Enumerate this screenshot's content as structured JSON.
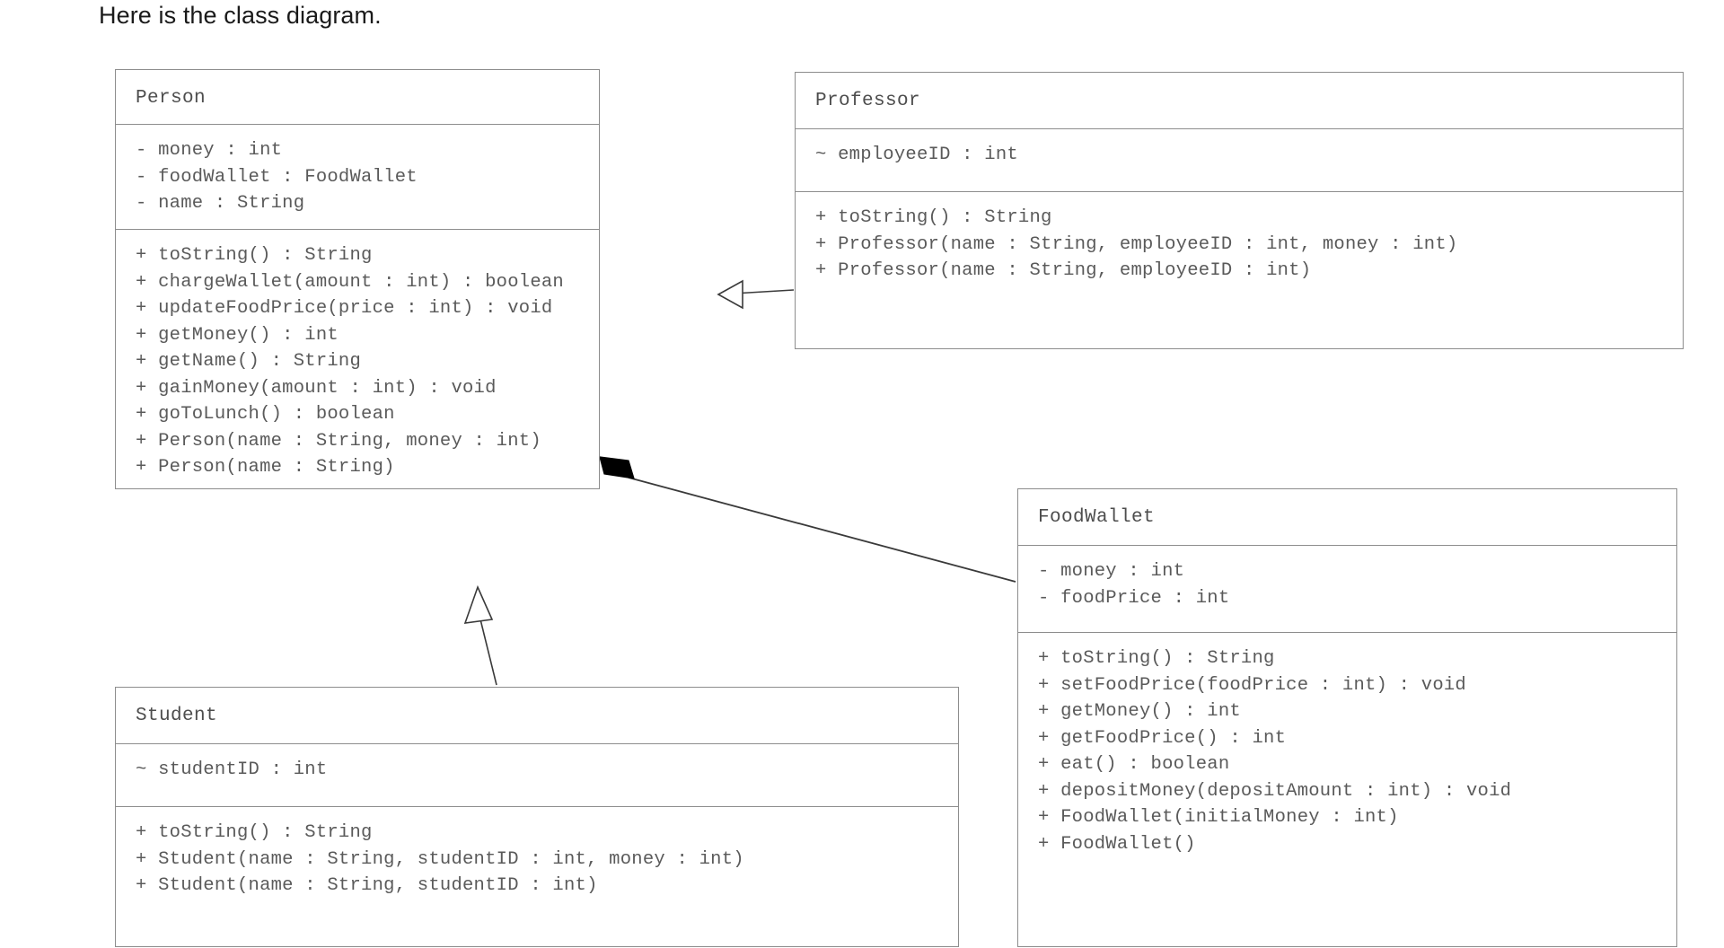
{
  "intro": {
    "text": "Here is the class diagram."
  },
  "diagram": {
    "type": "uml-class-diagram",
    "classes": [
      {
        "id": "person",
        "name": "Person",
        "attributes": [
          "- money : int",
          "- foodWallet : FoodWallet",
          "- name : String"
        ],
        "methods": [
          "+ toString() : String",
          "+ chargeWallet(amount : int) : boolean",
          "+ updateFoodPrice(price : int) : void",
          "+ getMoney() : int",
          "+ getName() : String",
          "+ gainMoney(amount : int) : void",
          "+ goToLunch() : boolean",
          "+ Person(name : String, money : int)",
          "+ Person(name : String)"
        ]
      },
      {
        "id": "professor",
        "name": "Professor",
        "attributes": [
          "~ employeeID : int"
        ],
        "methods": [
          "+ toString() : String",
          "+ Professor(name : String, employeeID : int, money : int)",
          "+ Professor(name : String, employeeID : int)"
        ]
      },
      {
        "id": "student",
        "name": "Student",
        "attributes": [
          "~ studentID : int"
        ],
        "methods": [
          "+ toString() : String",
          "+ Student(name : String, studentID : int, money : int)",
          "+ Student(name : String, studentID : int)"
        ]
      },
      {
        "id": "foodwallet",
        "name": "FoodWallet",
        "attributes": [
          "- money : int",
          "- foodPrice : int"
        ],
        "methods": [
          "+ toString() : String",
          "+ setFoodPrice(foodPrice : int) : void",
          "+ getMoney() : int",
          "+ getFoodPrice() : int",
          "+ eat() : boolean",
          "+ depositMoney(depositAmount : int) : void",
          "+ FoodWallet(initialMoney : int)",
          "+ FoodWallet()"
        ]
      }
    ],
    "relationships": [
      {
        "id": "professor-inherits-person",
        "kind": "generalization",
        "from": "Professor",
        "to": "Person",
        "marker": "hollow-triangle-arrow"
      },
      {
        "id": "student-inherits-person",
        "kind": "generalization",
        "from": "Student",
        "to": "Person",
        "marker": "hollow-triangle-arrow"
      },
      {
        "id": "person-composes-foodwallet",
        "kind": "composition",
        "from": "Person",
        "to": "FoodWallet",
        "marker": "filled-diamond"
      }
    ],
    "colors": {
      "border": "#8d8d8d",
      "text": "#5a5a5a",
      "title_text": "#4d4d4d",
      "background": "#ffffff",
      "connector": "#3a3a3a"
    }
  }
}
